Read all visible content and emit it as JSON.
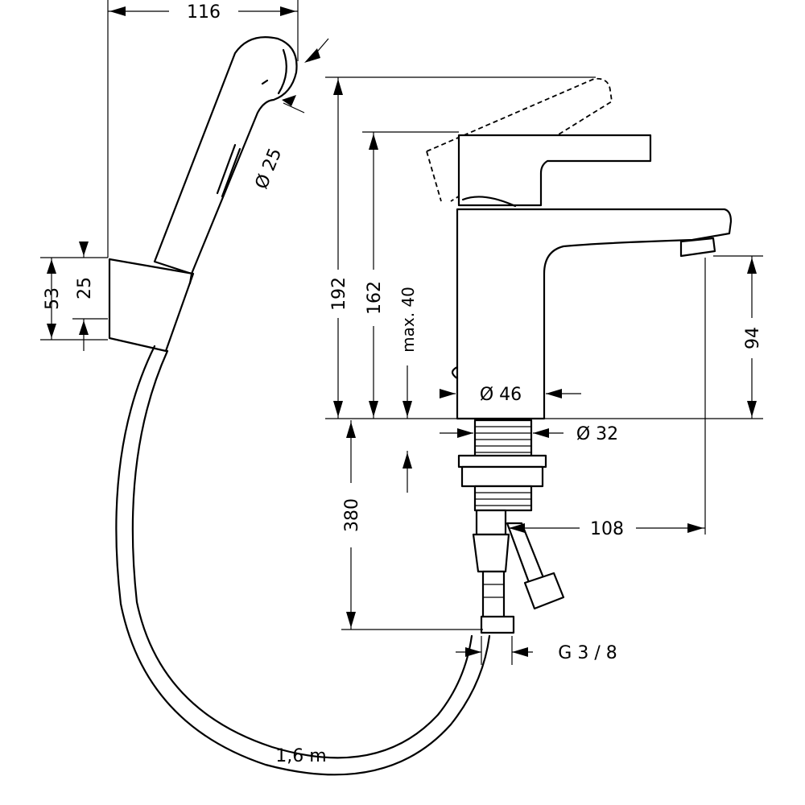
{
  "dimensions": {
    "spray_width": "116",
    "spray_diameter": "Ø 25",
    "holder_height": "53",
    "holder_inner": "25",
    "height_total": "192",
    "height_body": "162",
    "deck_max": "max. 40",
    "spout_height": "94",
    "body_diameter": "Ø 46",
    "shank_diameter": "Ø 32",
    "supply_length": "380",
    "spout_reach": "108",
    "connection_thread": "G 3 / 8",
    "hose_length": "1,6 m"
  }
}
